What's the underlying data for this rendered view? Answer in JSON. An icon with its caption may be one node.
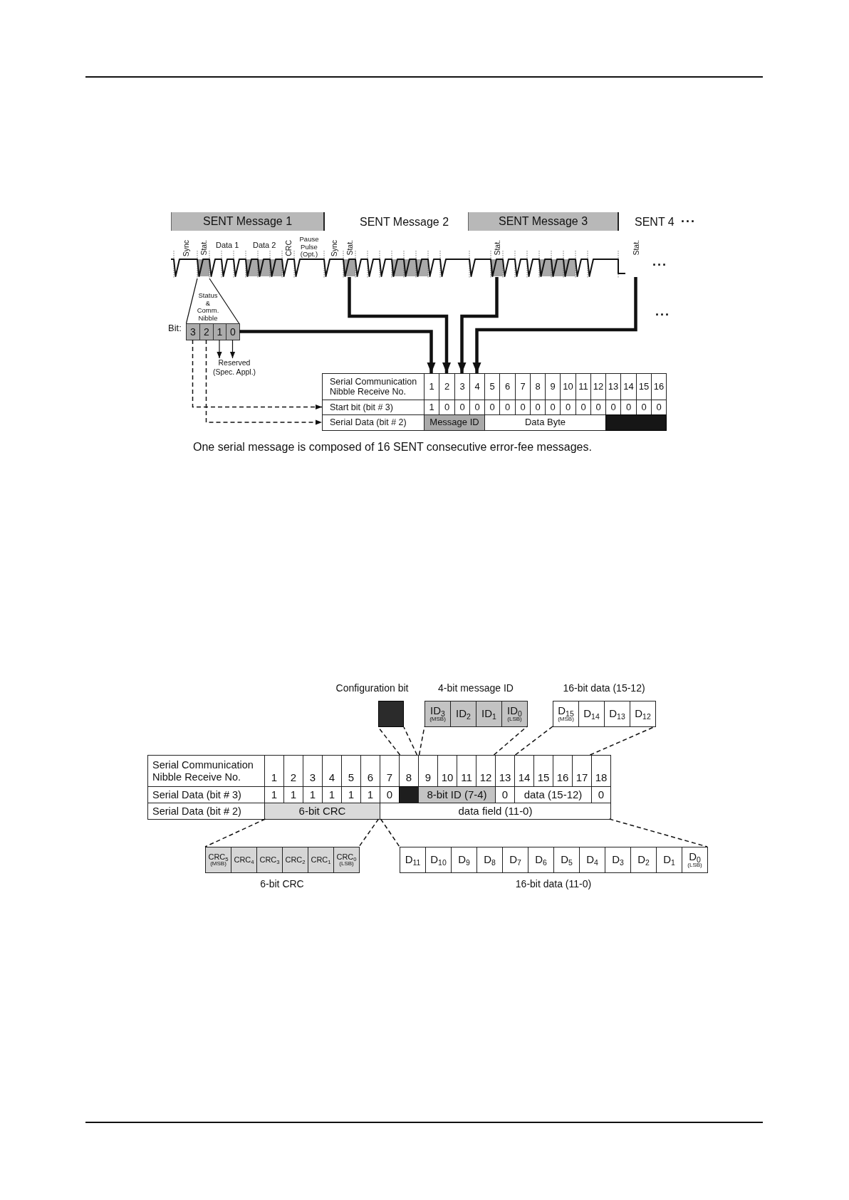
{
  "diagram": {
    "caption": "One serial message is composed of 16 SENT consecutive error-fee messages.",
    "nodes": [
      {
        "text": [
          "SENT Message 1"
        ]
      },
      {
        "text": [
          "SENT Message 3"
        ]
      },
      {
        "text": [
          "Stat."
        ]
      },
      {
        "text": [
          "Stat."
        ]
      },
      {
        "text": [
          "Stat."
        ]
      },
      {
        "text": [
          "Stat."
        ]
      },
      {
        "text": [
          "Status & Comm. Nibble"
        ]
      },
      {
        "text": [
          "3"
        ],
        "in": 6
      },
      {
        "text": [
          "2"
        ],
        "in": 6
      },
      {
        "text": [
          "1"
        ],
        "in": 6
      },
      {
        "text": [
          "0"
        ],
        "in": 6
      },
      {
        "text": [
          "Reserved (Spec. Appl.)"
        ]
      },
      {
        "text": [
          "Serial Communication Nibble Receive No."
        ]
      },
      {
        "text": [
          "1"
        ]
      },
      {
        "text": [
          "2"
        ]
      },
      {
        "text": [
          "3"
        ]
      },
      {
        "text": [
          "4"
        ]
      },
      {
        "text": [
          "5"
        ]
      },
      {
        "text": [
          "6"
        ]
      },
      {
        "text": [
          "7"
        ]
      },
      {
        "text": [
          "8"
        ]
      },
      {
        "text": [
          "9"
        ]
      },
      {
        "text": [
          "10"
        ]
      },
      {
        "text": [
          "11"
        ]
      },
      {
        "text": [
          "12"
        ]
      },
      {
        "text": [
          "13"
        ]
      },
      {
        "text": [
          "14"
        ]
      },
      {
        "text": [
          "15"
        ]
      },
      {
        "text": [
          "16"
        ]
      },
      {
        "text": [
          "Start bit (bit # 3)"
        ]
      },
      {
        "text": [
          "1"
        ]
      },
      {
        "text": [
          "0"
        ]
      },
      {
        "text": [
          "0"
        ]
      },
      {
        "text": [
          "0"
        ]
      },
      {
        "text": [
          "0"
        ]
      },
      {
        "text": [
          "0"
        ]
      },
      {
        "text": [
          "0"
        ]
      },
      {
        "text": [
          "0"
        ]
      },
      {
        "text": [
          "0"
        ]
      },
      {
        "text": [
          "0"
        ]
      },
      {
        "text": [
          "0"
        ]
      },
      {
        "text": [
          "0"
        ]
      },
      {
        "text": [
          "0"
        ]
      },
      {
        "text": [
          "0"
        ]
      },
      {
        "text": [
          "0"
        ]
      },
      {
        "text": [
          "0"
        ]
      },
      {
        "text": [
          "Serial Data (bit # 2)"
        ]
      },
      {
        "text": [
          "Message ID"
        ]
      },
      {
        "text": [
          "Data Byte"
        ]
      },
      {
        "text": [],
        "shape": "box"
      },
      {
        "text": [
          "Configuration bit"
        ]
      },
      {
        "text": [
          "4-bit message ID"
        ]
      },
      {
        "text": [
          "ID$_{3}$",
          "(MSB)"
        ],
        "in": 51
      },
      {
        "text": [
          "ID$_{2}$"
        ],
        "in": 51
      },
      {
        "text": [
          "ID$_{1}$"
        ],
        "in": 51
      },
      {
        "text": [
          "ID$_{0}$",
          "(LSB)"
        ],
        "in": 51
      },
      {
        "text": [
          "16-bit data (15-12)"
        ]
      },
      {
        "text": [
          "D$_{15}$",
          "(MSB)"
        ],
        "in": 56
      },
      {
        "text": [
          "D$_{14}$"
        ],
        "in": 56
      },
      {
        "text": [
          "D$_{13}$"
        ],
        "in": 56
      },
      {
        "text": [
          "D$_{12}$"
        ],
        "in": 56
      },
      {
        "text": [
          "Serial Communication Nibble Receive No."
        ]
      },
      {
        "text": [
          "1"
        ]
      },
      {
        "text": [
          "2"
        ]
      },
      {
        "text": [
          "3"
        ]
      },
      {
        "text": [
          "4"
        ]
      },
      {
        "text": [
          "5"
        ]
      },
      {
        "text": [
          "6"
        ]
      },
      {
        "text": [
          "7"
        ]
      },
      {
        "text": [
          "8"
        ]
      },
      {
        "text": [
          "9"
        ]
      },
      {
        "text": [
          "10"
        ]
      },
      {
        "text": [
          "11"
        ]
      },
      {
        "text": [
          "12"
        ]
      },
      {
        "text": [
          "13"
        ]
      },
      {
        "text": [
          "14"
        ]
      },
      {
        "text": [
          "15"
        ]
      },
      {
        "text": [
          "16"
        ]
      },
      {
        "text": [
          "17"
        ]
      },
      {
        "text": [
          "18"
        ]
      },
      {
        "text": [
          "Serial Data (bit # 3)"
        ]
      },
      {
        "text": [
          "1"
        ]
      },
      {
        "text": [
          "1"
        ]
      },
      {
        "text": [
          "1"
        ]
      },
      {
        "text": [
          "1"
        ]
      },
      {
        "text": [
          "1"
        ]
      },
      {
        "text": [
          "1"
        ]
      },
      {
        "text": [
          "0"
        ]
      },
      {
        "text": [],
        "shape": "box"
      },
      {
        "text": [
          "8-bit ID (7-4)"
        ]
      },
      {
        "text": [
          "0"
        ]
      },
      {
        "text": [
          "data (15-12)"
        ]
      },
      {
        "text": [
          "0"
        ]
      },
      {
        "text": [
          "Serial Data (bit # 2)"
        ]
      },
      {
        "text": [
          "6-bit CRC"
        ]
      },
      {
        "text": [
          "data field (11-0)"
        ]
      },
      {
        "text": [
          "6-bit CRC"
        ]
      },
      {
        "text": [
          "CRC$_{5}$",
          "(MSB)"
        ],
        "in": 96
      },
      {
        "text": [
          "CRC$_{4}$"
        ],
        "in": 96
      },
      {
        "text": [
          "CRC$_{3}$"
        ],
        "in": 96
      },
      {
        "text": [
          "CRC$_{2}$"
        ],
        "in": 96
      },
      {
        "text": [
          "CRC$_{1}$"
        ],
        "in": 96
      },
      {
        "text": [
          "CRC$_{0}$",
          "(LSB)"
        ],
        "in": 96
      },
      {
        "text": [
          "16-bit data (11-0)"
        ]
      },
      {
        "text": [
          "D$_{11}$"
        ],
        "in": 103
      },
      {
        "text": [
          "D$_{10}$"
        ],
        "in": 103
      },
      {
        "text": [
          "D$_{9}$"
        ],
        "in": 103
      },
      {
        "text": [
          "D$_{8}$"
        ],
        "in": 103
      },
      {
        "text": [
          "D$_{7}$"
        ],
        "in": 103
      },
      {
        "text": [
          "D$_{6}$"
        ],
        "in": 103
      },
      {
        "text": [
          "D$_{5}$"
        ],
        "in": 103
      },
      {
        "text": [
          "D$_{4}$"
        ],
        "in": 103
      },
      {
        "text": [
          "D$_{3}$"
        ],
        "in": 103
      },
      {
        "text": [
          "D$_{2}$"
        ],
        "in": 103
      },
      {
        "text": [
          "D$_{1}$"
        ],
        "in": 103
      },
      {
        "text": [
          "D$_{0}$",
          "(LSB)"
        ],
        "in": 103
      }
    ],
    "edges": [
      {
        "from": 6,
        "to": 13,
        "arrow": "to",
        "style": "thick"
      },
      {
        "from": 3,
        "to": 14,
        "arrow": "to",
        "style": "thick"
      },
      {
        "from": 4,
        "to": 15,
        "arrow": "to",
        "style": "thick"
      },
      {
        "from": 5,
        "to": 16,
        "arrow": "to",
        "style": "thick"
      },
      {
        "from": 9,
        "to": 11,
        "arrow": "to"
      },
      {
        "from": 10,
        "to": 11,
        "arrow": "to"
      },
      {
        "from": 7,
        "to": 29,
        "arrow": "to",
        "style": "dashed"
      },
      {
        "from": 8,
        "to": 46,
        "arrow": "to",
        "style": "dashed"
      },
      {
        "from": 69,
        "to": 50,
        "arrow": "none",
        "style": "dashed"
      },
      {
        "from": 69,
        "to": 50,
        "arrow": "none",
        "style": "dashed"
      },
      {
        "from": 70,
        "to": 52,
        "arrow": "none",
        "style": "dashed"
      },
      {
        "from": 73,
        "to": 55,
        "arrow": "none",
        "style": "dashed"
      },
      {
        "from": 75,
        "to": 57,
        "arrow": "none",
        "style": "dashed"
      },
      {
        "from": 78,
        "to": 60,
        "arrow": "none",
        "style": "dashed"
      },
      {
        "from": 94,
        "to": 97,
        "arrow": "none",
        "style": "dashed"
      },
      {
        "from": 94,
        "to": 102,
        "arrow": "none",
        "style": "dashed"
      },
      {
        "from": 95,
        "to": 104,
        "arrow": "none",
        "style": "dashed"
      },
      {
        "from": 95,
        "to": 115,
        "arrow": "none",
        "style": "dashed"
      }
    ],
    "labels": [
      "SENT Message 2",
      "SENT 4",
      "···",
      "Sync",
      "Data 1",
      "Data 2",
      "CRC",
      "Pause Pulse (Opt.)",
      "Sync",
      "···",
      "···",
      "Bit:"
    ]
  }
}
